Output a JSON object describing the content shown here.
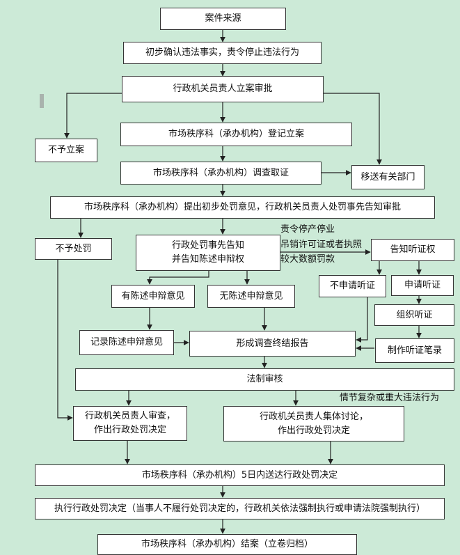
{
  "colors": {
    "background": "#ccead7",
    "box_fill": "#ffffff",
    "line": "#222222"
  },
  "nodes": {
    "case_source": "案件来源",
    "initial_confirm": "初步确认违法事实，责令停止违法行为",
    "approve_filing": "行政机关员责人立案审批",
    "no_filing": "不予立案",
    "register_case": "市场秩序科（承办机构）登记立案",
    "investigate": "市场秩序科（承办机构）调查取证",
    "transfer": "移送有关部门",
    "initial_opinion": "市场秩序科（承办机构）提出初步处罚意见，行政机关员责人处罚事先告知审批",
    "no_penalty": "不予处罚",
    "prior_notice_line1": "行政处罚事先告知",
    "prior_notice_line2": "并告知陈述申辩权",
    "hearing_notice": "告知听证权",
    "has_defense": "有陈述申辩意见",
    "no_defense": "无陈述申辩意见",
    "no_hearing": "不申请听证",
    "apply_hearing": "申请听证",
    "organize_hearing": "组织听证",
    "record_defense": "记录陈述申辩意见",
    "final_report": "形成调查终结报告",
    "hearing_record": "制作听证笔录",
    "legal_review": "法制审核",
    "head_review_line1": "行政机关员责人审查，",
    "head_review_line2": "作出行政处罚决定",
    "collective_line1": "行政机关员责人集体讨论，",
    "collective_line2": "作出行政处罚决定",
    "deliver": "市场秩序科（承办机构）5日内送达行政处罚决定",
    "execute": "执行行政处罚决定（当事人不履行处罚决定的，行政机关依法强制执行或申请法院强制执行）",
    "close_case": "市场秩序科（承办机构）结案（立卷归档）"
  },
  "labels": {
    "hearing_cond_1": "责令停产停业",
    "hearing_cond_2": "吊销许可证或者执照",
    "hearing_cond_3": "较大数额罚款",
    "complex_case": "情节复杂或重大违法行为"
  }
}
